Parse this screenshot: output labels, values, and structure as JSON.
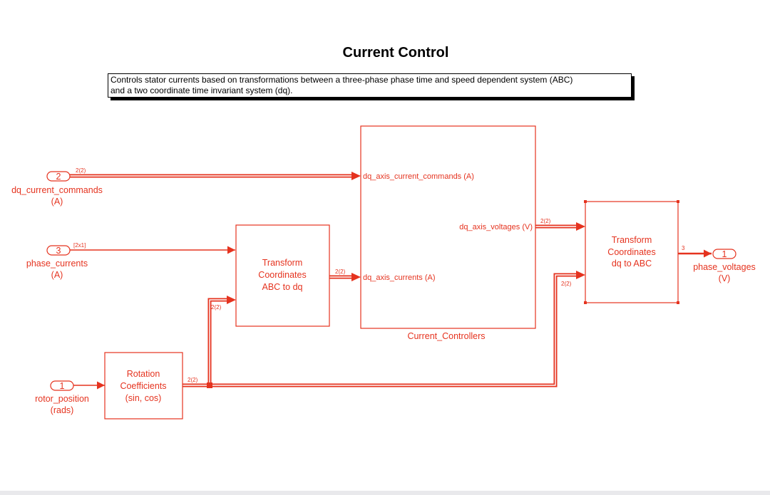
{
  "diagram": {
    "title": "Current Control",
    "note_lines": [
      "Controls stator currents based on transformations between a three-phase phase time and speed dependent system (ABC)",
      "and a two coordinate time invariant system (dq)."
    ],
    "inports": [
      {
        "number": "2",
        "label_lines": [
          "dq_current_commands",
          "(A)"
        ]
      },
      {
        "number": "3",
        "label_lines": [
          "phase_currents",
          "(A)"
        ]
      },
      {
        "number": "1",
        "label_lines": [
          "rotor_position",
          "(rads)"
        ]
      }
    ],
    "outport": {
      "number": "1",
      "label_lines": [
        "phase_voltages",
        "(V)"
      ]
    },
    "blocks": {
      "abc_to_dq": {
        "lines": [
          "Transform",
          "Coordinates",
          "ABC to dq"
        ]
      },
      "rotation": {
        "lines": [
          "Rotation",
          "Coefficients",
          "(sin, cos)"
        ]
      },
      "dq_to_abc": {
        "lines": [
          "Transform",
          "Coordinates",
          "dq to ABC"
        ]
      },
      "controllers": {
        "name": "Current_Controllers",
        "ports": [
          "dq_axis_current_commands (A)",
          "dq_axis_currents (A)",
          "dq_axis_voltages (V)"
        ]
      }
    },
    "signal_dims": {
      "cmd": "2(2)",
      "phase": "[2x1]",
      "abc_dq_out": "2(2)",
      "rot_out": "2(2)",
      "rot_to_abc_dq": "2(2)",
      "volt": "2(2)",
      "rot_to_dq_abc": "2(2)",
      "out": "3"
    },
    "colors": {
      "line": "#e5331f",
      "text_dark": "#000000",
      "background": "#ffffff"
    }
  }
}
